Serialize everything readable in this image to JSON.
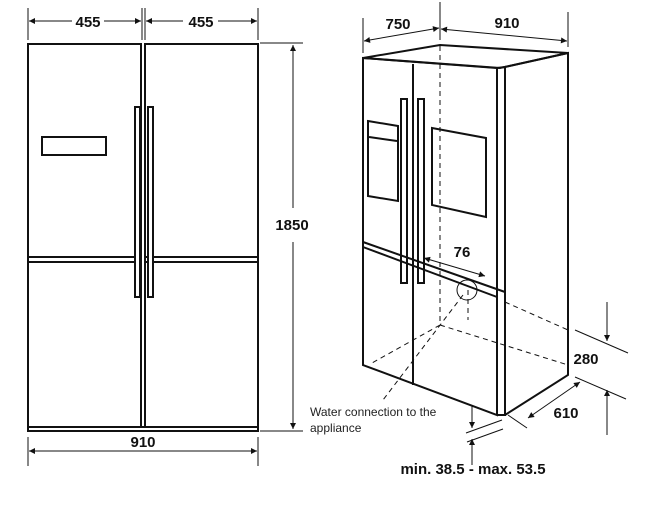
{
  "front_view": {
    "width_left": "455",
    "width_right": "455",
    "height": "1850",
    "total_width": "910"
  },
  "perspective_view": {
    "depth": "750",
    "width": "910",
    "water_offset": "76",
    "water_height": "280",
    "water_depth": "610",
    "water_label_line1": "Water connection to the",
    "water_label_line2": "appliance",
    "feet_adjustment": "min. 38.5 - max. 53.5"
  },
  "colors": {
    "line": "#111111",
    "background": "#ffffff"
  }
}
